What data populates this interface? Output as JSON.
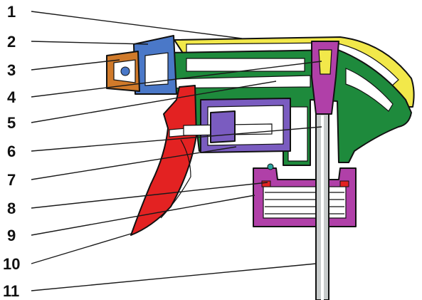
{
  "diagram": {
    "subject": "trigger sprayer cross-section",
    "callouts": [
      {
        "id": "1",
        "label": "1"
      },
      {
        "id": "2",
        "label": "2"
      },
      {
        "id": "3",
        "label": "3"
      },
      {
        "id": "4",
        "label": "4"
      },
      {
        "id": "5",
        "label": "5"
      },
      {
        "id": "6",
        "label": "6"
      },
      {
        "id": "7",
        "label": "7"
      },
      {
        "id": "8",
        "label": "8"
      },
      {
        "id": "9",
        "label": "9"
      },
      {
        "id": "10",
        "label": "10"
      },
      {
        "id": "11",
        "label": "11"
      }
    ],
    "colors": {
      "shroud": "#f2e84a",
      "body": "#1e8a3c",
      "nozzle_cap": "#4a78c8",
      "nozzle_tip": "#d07a2a",
      "trigger": "#e32222",
      "piston_cylinder": "#7a5cc0",
      "closure_and_valve": "#b040a8",
      "dip_tube": "#c8cccc",
      "outline": "#111111"
    }
  }
}
